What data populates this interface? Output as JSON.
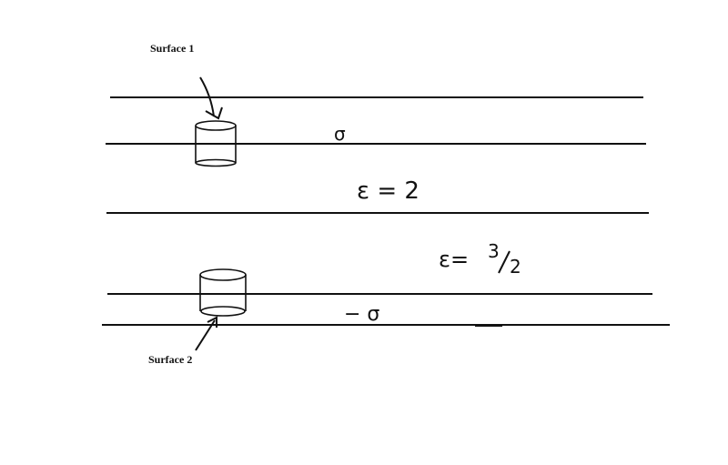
{
  "labels": {
    "surface1": "Surface 1",
    "surface2": "Surface 2",
    "sigma_top": "σ",
    "sigma_bottom": "− σ",
    "epsilon_upper": "ε = 2",
    "epsilon_lower_prefix": "ε= ",
    "epsilon_lower_num": "3",
    "epsilon_lower_den": "2"
  },
  "colors": {
    "ink": "#111111",
    "background": "#ffffff"
  }
}
